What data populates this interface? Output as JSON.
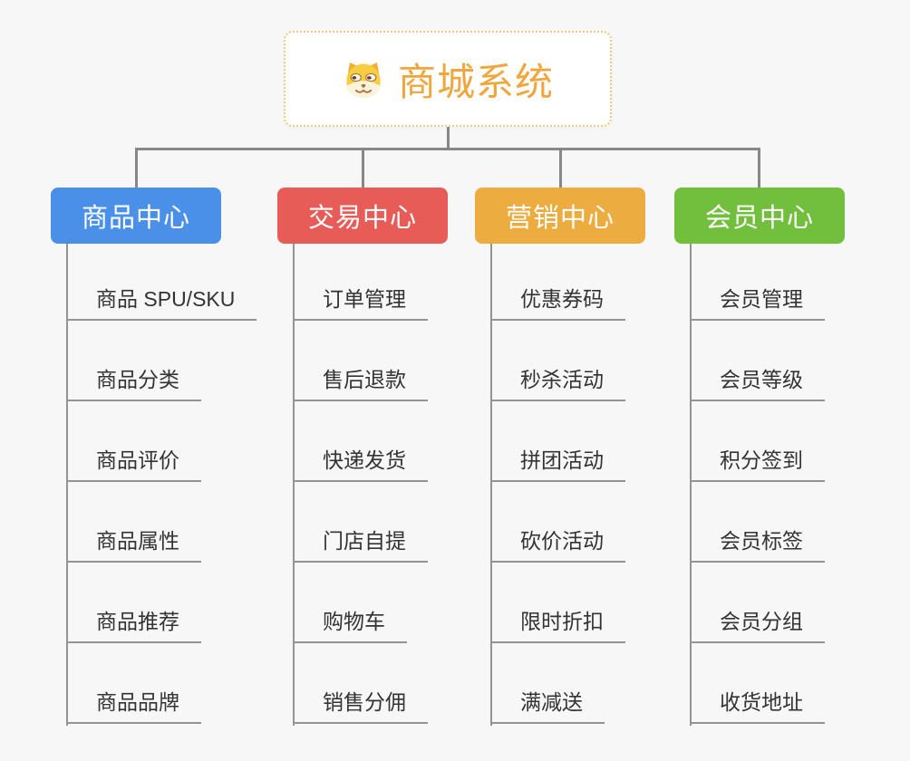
{
  "root": {
    "title": "商城系统",
    "icon": "shiba-dog-icon"
  },
  "branches": [
    {
      "label": "商品中心",
      "color": "#4a90e9",
      "items": [
        "商品 SPU/SKU",
        "商品分类",
        "商品评价",
        "商品属性",
        "商品推荐",
        "商品品牌"
      ]
    },
    {
      "label": "交易中心",
      "color": "#e75c57",
      "items": [
        "订单管理",
        "售后退款",
        "快递发货",
        "门店自提",
        "购物车",
        "销售分佣"
      ]
    },
    {
      "label": "营销中心",
      "color": "#edac40",
      "items": [
        "优惠券码",
        "秒杀活动",
        "拼团活动",
        "砍价活动",
        "限时折扣",
        "满减送"
      ]
    },
    {
      "label": "会员中心",
      "color": "#71bf3d",
      "items": [
        "会员管理",
        "会员等级",
        "积分签到",
        "会员标签",
        "会员分组",
        "收货地址"
      ]
    }
  ],
  "colors": {
    "background": "#f7f7f8",
    "title_accent": "#f0a63c",
    "root_border": "#f3c87e",
    "connector": "#878787",
    "subline": "#949494",
    "leaf_text": "#333333"
  }
}
